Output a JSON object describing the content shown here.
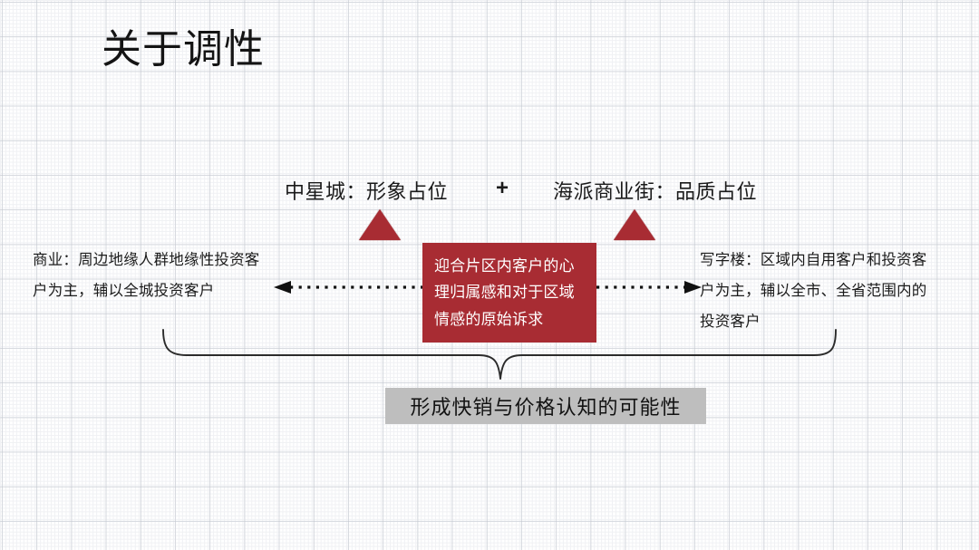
{
  "slide": {
    "title": "关于调性",
    "background_color": "#ffffff",
    "accent_color": "#A82C33",
    "bar_color": "#BEBEBE"
  },
  "headline": {
    "left": "中星城：形象占位",
    "plus": "+",
    "right": "海派商业街：品质占位"
  },
  "markers": {
    "left_triangle": "triangle-up-icon",
    "right_triangle": "triangle-up-icon"
  },
  "center_box": {
    "text": "迎合片区内客户的心理归属感和对于区域情感的原始诉求",
    "fill": "#A82C33",
    "text_color": "#ffffff"
  },
  "connectors": {
    "left_arrow": "dotted-arrow-left-icon",
    "right_arrow": "dotted-arrow-right-icon",
    "brace": "curly-brace-down-icon"
  },
  "left_paragraph": {
    "text": "商业：周边地缘人群地缘性投资客户为主，辅以全城投资客户"
  },
  "right_paragraph": {
    "text": "写字楼：区域内自用客户和投资客户为主，辅以全市、全省范围内的投资客户"
  },
  "conclusion": {
    "text": "形成快销与价格认知的可能性"
  }
}
